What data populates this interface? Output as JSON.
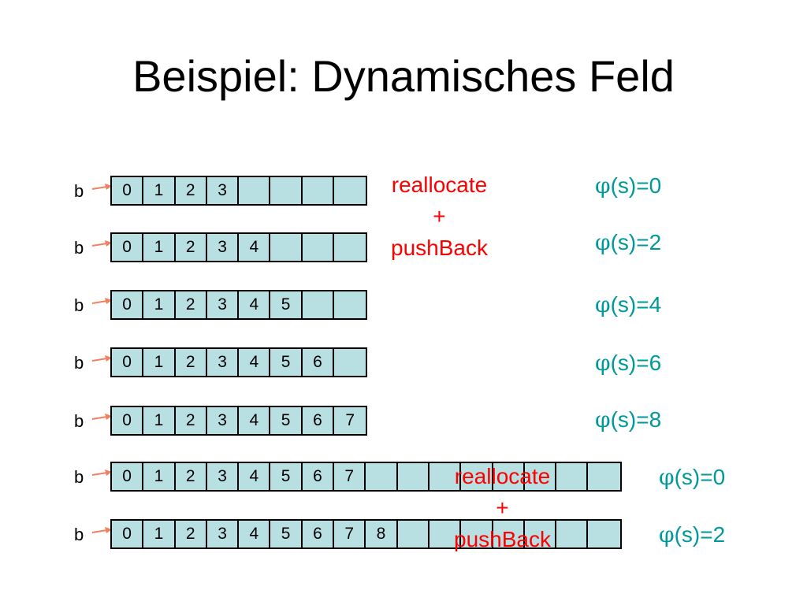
{
  "title": "Beispiel: Dynamisches Feld",
  "pointer_label": "b",
  "rows": [
    {
      "values": [
        "0",
        "1",
        "2",
        "3"
      ],
      "capacity": 8,
      "potential": "(s)=0"
    },
    {
      "values": [
        "0",
        "1",
        "2",
        "3",
        "4"
      ],
      "capacity": 8,
      "potential": "(s)=2"
    },
    {
      "values": [
        "0",
        "1",
        "2",
        "3",
        "4",
        "5"
      ],
      "capacity": 8,
      "potential": "(s)=4"
    },
    {
      "values": [
        "0",
        "1",
        "2",
        "3",
        "4",
        "5",
        "6"
      ],
      "capacity": 8,
      "potential": "(s)=6"
    },
    {
      "values": [
        "0",
        "1",
        "2",
        "3",
        "4",
        "5",
        "6",
        "7"
      ],
      "capacity": 8,
      "potential": "(s)=8"
    },
    {
      "values": [
        "0",
        "1",
        "2",
        "3",
        "4",
        "5",
        "6",
        "7"
      ],
      "capacity": 16,
      "potential": "(s)=0"
    },
    {
      "values": [
        "0",
        "1",
        "2",
        "3",
        "4",
        "5",
        "6",
        "7",
        "8"
      ],
      "capacity": 16,
      "potential": "(s)=2"
    }
  ],
  "phi_symbol": "φ",
  "notes": [
    {
      "lines": [
        "reallocate",
        "+",
        "pushBack"
      ]
    },
    {
      "lines": [
        "reallocate",
        "+",
        "pushBack"
      ]
    }
  ],
  "colors": {
    "cell_fill": "#b8dfe1",
    "arrow": "#f08060",
    "potential": "#009999",
    "note": "#ff0000"
  }
}
